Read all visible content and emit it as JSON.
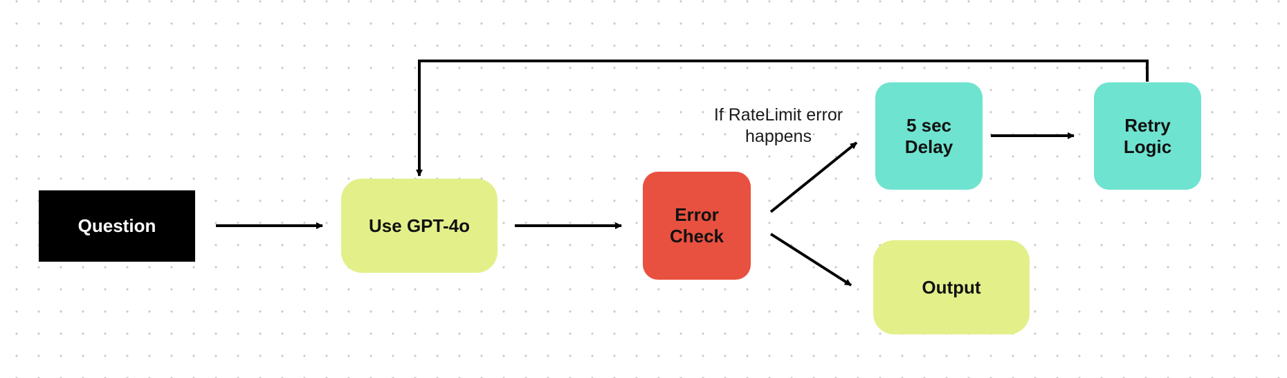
{
  "colors": {
    "question_bg": "#000000",
    "gpt_bg": "#e3f08a",
    "error_bg": "#e8503f",
    "delay_bg": "#6ee3d0",
    "retry_bg": "#6ee3d0",
    "output_bg": "#e3f08a",
    "edge": "#000000"
  },
  "nodes": {
    "question": {
      "label": "Question"
    },
    "gpt": {
      "label": "Use GPT-4o"
    },
    "error_check": {
      "label": "Error\nCheck"
    },
    "delay": {
      "label": "5 sec\nDelay"
    },
    "retry": {
      "label": "Retry\nLogic"
    },
    "output": {
      "label": "Output"
    }
  },
  "edge_labels": {
    "rate_limit": "If RateLimit error\nhappens"
  }
}
